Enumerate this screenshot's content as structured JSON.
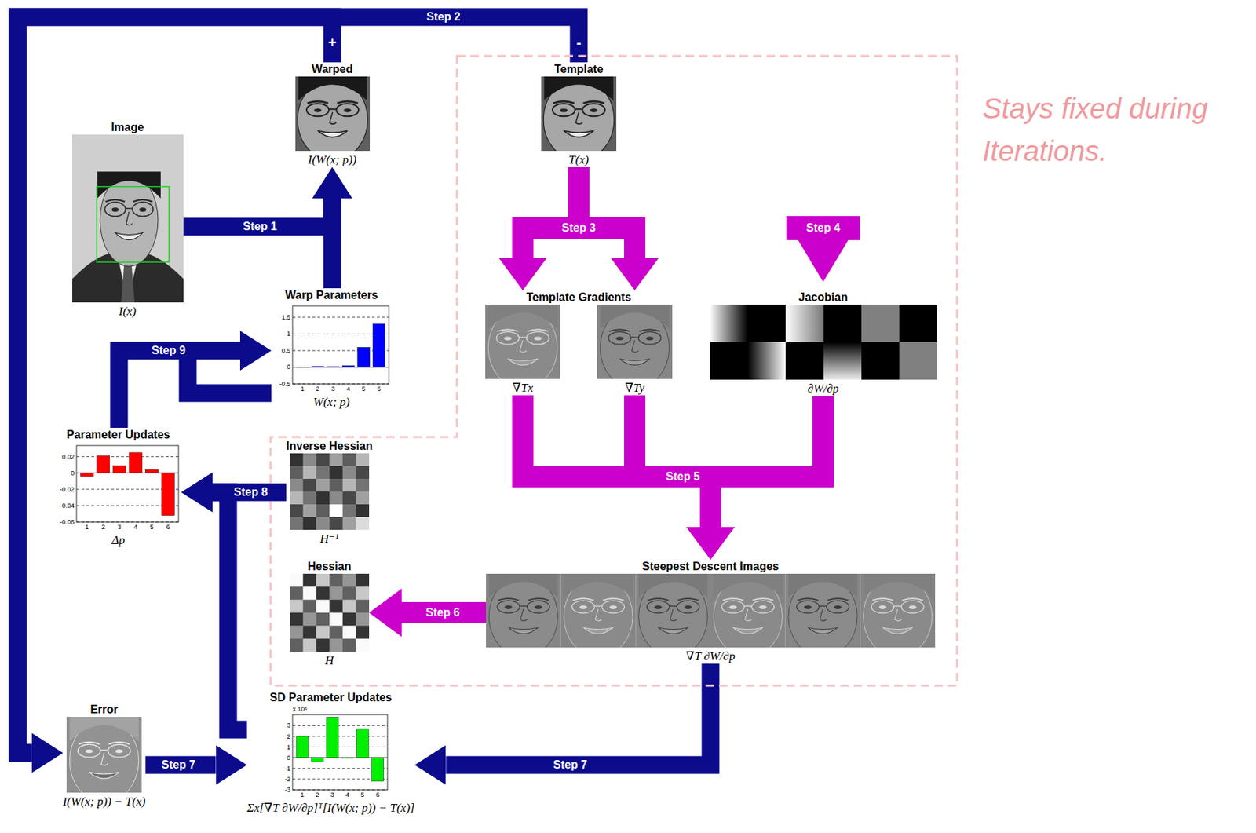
{
  "diagram": {
    "nodes": [
      {
        "text": [
          "Image",
          "I(x)"
        ]
      },
      {
        "text": [
          "Warped",
          "I(W(x; p))"
        ]
      },
      {
        "text": [
          "Stays fixed during Iterations."
        ]
      },
      {
        "text": [
          "Template",
          "T(x)"
        ],
        "in": 2
      },
      {
        "text": [
          "Template Gradients",
          "∇Tx",
          "∇Ty"
        ],
        "in": 2
      },
      {
        "text": [
          "Jacobian",
          "∂W/∂p"
        ],
        "in": 2
      },
      {
        "text": [
          "Warp Parameters",
          "W(x; p)"
        ]
      },
      {
        "text": [
          "Inverse Hessian",
          "H⁻¹"
        ],
        "in": 2
      },
      {
        "text": [
          "Parameter Updates",
          "Δp"
        ]
      },
      {
        "text": [
          "Hessian",
          "H"
        ],
        "in": 2
      },
      {
        "text": [
          "Steepest Descent Images",
          "∇T ∂W/∂p"
        ],
        "in": 2
      },
      {
        "text": [
          "Error",
          "I(W(x; p)) − T(x)"
        ]
      },
      {
        "text": [
          "SD Parameter Updates",
          "Σx[∇T ∂W/∂p]ᵀ[I(W(x; p)) − T(x)]"
        ]
      }
    ],
    "edges": [
      {
        "from": 0,
        "to": 1,
        "arrow": "to",
        "label": "Step 1"
      },
      {
        "from": 6,
        "to": 1,
        "arrow": "to"
      },
      {
        "from": 1,
        "to": 11,
        "arrow": "to",
        "label": "Step 2"
      },
      {
        "from": 3,
        "to": 11,
        "arrow": "to"
      },
      {
        "from": 3,
        "to": 4,
        "arrow": "to",
        "label": "Step 3"
      },
      {
        "from": 4,
        "to": 10,
        "arrow": "to",
        "label": "Step 5"
      },
      {
        "from": 5,
        "to": 10,
        "arrow": "to"
      },
      {
        "from": 10,
        "to": 9,
        "arrow": "to",
        "label": "Step 6"
      },
      {
        "from": 11,
        "to": 12,
        "arrow": "to",
        "label": "Step 7"
      },
      {
        "from": 10,
        "to": 12,
        "arrow": "to",
        "label": "Step 7"
      },
      {
        "from": 12,
        "to": 8,
        "arrow": "to",
        "label": "Step 8"
      },
      {
        "from": 7,
        "to": 8,
        "arrow": "to"
      },
      {
        "from": 8,
        "to": 6,
        "arrow": "to",
        "label": "Step 9"
      }
    ],
    "labels": [
      "+",
      "-",
      "Step 4",
      "1.5",
      "1",
      "0.5",
      "0",
      "-0.5",
      "1",
      "2",
      "3",
      "4",
      "5",
      "6",
      "0.02",
      "0",
      "-0.02",
      "-0.04",
      "-0.06",
      "1",
      "2",
      "3",
      "4",
      "5",
      "6",
      "x 10⁶",
      "3",
      "2",
      "1",
      "0",
      "-1",
      "-2",
      "-3",
      "1",
      "2",
      "3",
      "4",
      "5",
      "6"
    ]
  }
}
